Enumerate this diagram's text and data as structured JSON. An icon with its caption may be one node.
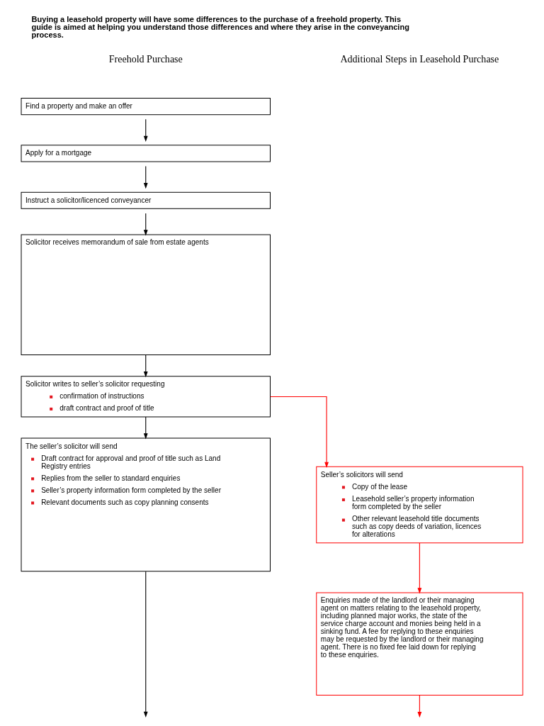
{
  "diagram": {
    "title": "Buying a leasehold property will have some differences to the purchase of a freehold property. This guide is aimed at helping you understand those differences and where they arise in the conveyancing process.",
    "nodes": [
      {
        "text": [
          "Find a property and make an offer"
        ]
      },
      {
        "text": [
          "Apply for a mortgage"
        ]
      },
      {
        "text": [
          "Instruct a solicitor/licenced conveyancer"
        ]
      },
      {
        "text": [
          "Solicitor receives memorandum of sale from estate agents"
        ]
      },
      {
        "text": [
          "Solicitor writes to seller’s solicitor requesting",
          "confirmation of instructions",
          "draft contract and proof of title"
        ]
      },
      {
        "text": [
          "The seller’s solicitor will send",
          "Draft contract for approval and proof of title such as Land Registry entries",
          "Replies from the seller to standard enquiries",
          "Seller’s property information form completed by the seller",
          "Relevant documents such as copy planning consents"
        ]
      },
      {
        "text": [
          "Seller’s solicitors will send",
          "Copy of the lease",
          "Leasehold seller’s property information form completed by the seller",
          "Other relevant leasehold title documents such as copy deeds of variation, licences for alterations"
        ]
      },
      {
        "text": [
          "Enquiries made of the landlord or their managing agent on matters relating to the leasehold property, including planned major works, the state of the service charge account and monies being held in a sinking fund. A fee for replying to these enquiries may be requested by the landlord or their managing agent. There is no fixed fee laid down for replying to these enquiries."
        ]
      }
    ],
    "edges": [
      {
        "from": 0,
        "to": 1,
        "arrow": "to"
      },
      {
        "from": 1,
        "to": 2,
        "arrow": "to"
      },
      {
        "from": 2,
        "to": 3,
        "arrow": "to"
      },
      {
        "from": 3,
        "to": 4,
        "arrow": "to"
      },
      {
        "from": 4,
        "to": 5,
        "arrow": "to"
      },
      {
        "from": 5,
        "to": null,
        "arrow": "to"
      },
      {
        "from": 4,
        "to": 6,
        "arrow": "to",
        "color": "#ff0000"
      },
      {
        "from": 6,
        "to": 7,
        "arrow": "to",
        "color": "#ff0000"
      },
      {
        "from": 7,
        "to": null,
        "arrow": "to",
        "color": "#ff0000"
      }
    ],
    "labels": [
      "Freehold Purchase",
      "Additional Steps in Leasehold Purchase"
    ]
  }
}
